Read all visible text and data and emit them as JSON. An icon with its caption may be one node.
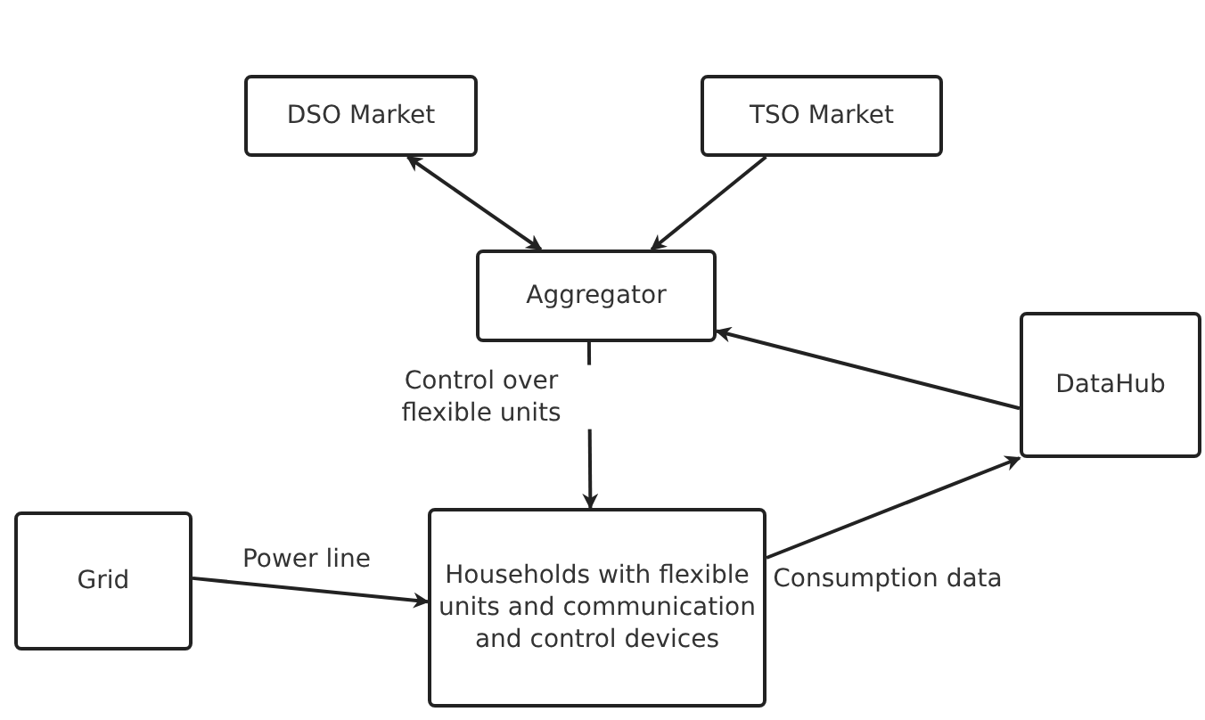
{
  "diagram": {
    "nodes": [
      {
        "text": [
          "DSO Market"
        ]
      },
      {
        "text": [
          "TSO Market"
        ]
      },
      {
        "text": [
          "Aggregator"
        ]
      },
      {
        "text": [
          "DataHub"
        ]
      },
      {
        "text": [
          "Grid"
        ]
      },
      {
        "text": [
          "Households with flexible units and communication and control devices"
        ]
      }
    ],
    "edges": [
      {
        "from": 0,
        "to": 2,
        "arrow": "both"
      },
      {
        "from": 1,
        "to": 2,
        "arrow": "to"
      },
      {
        "from": 3,
        "to": 2,
        "arrow": "to"
      },
      {
        "from": 2,
        "to": 5,
        "arrow": "to",
        "label": "Control over flexible units"
      },
      {
        "from": 4,
        "to": 5,
        "arrow": "to",
        "label": "Power line"
      },
      {
        "from": 5,
        "to": 3,
        "arrow": "to",
        "label": "Consumption data"
      }
    ]
  }
}
